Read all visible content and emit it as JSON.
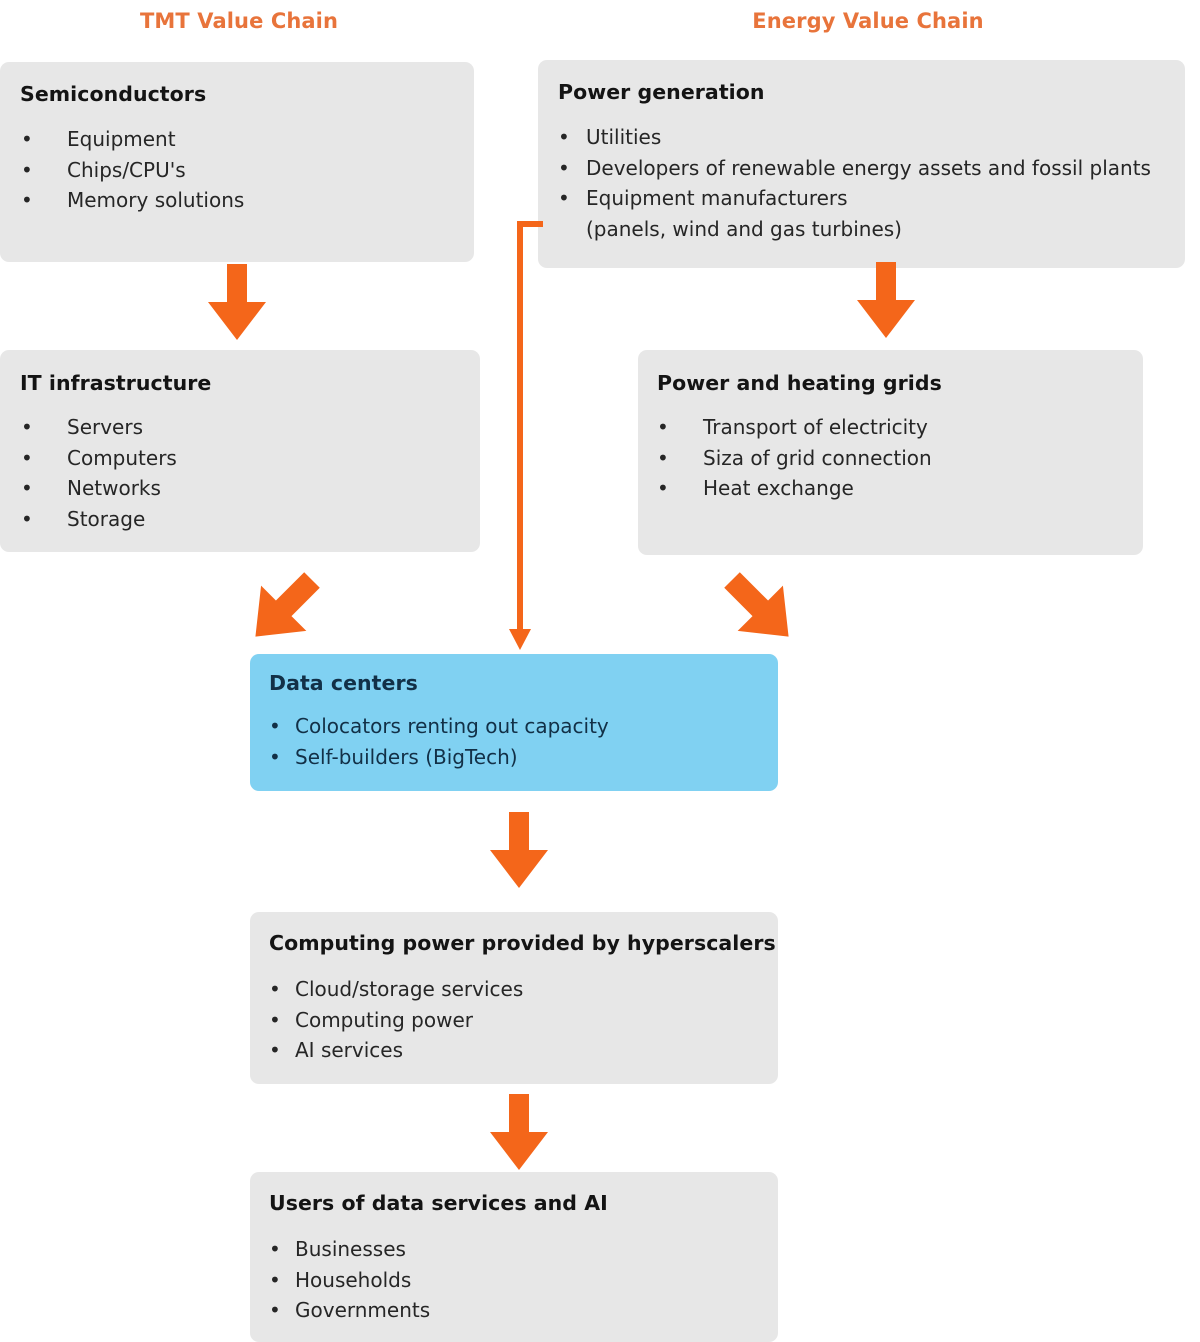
{
  "headers": {
    "tmt": "TMT Value Chain",
    "energy": "Energy Value Chain"
  },
  "colors": {
    "accent_orange": "#F4661A",
    "header_orange": "#E8743B",
    "box_gray": "#E7E7E7",
    "box_blue": "#80D1F2",
    "text_dark": "#262626",
    "background": "#FFFFFF"
  },
  "chart_data": {
    "type": "diagram",
    "title": "TMT and Energy value chains converging on data centers",
    "columns": [
      "TMT Value Chain",
      "Energy Value Chain"
    ],
    "nodes": [
      {
        "id": "semiconductors",
        "column": "TMT",
        "tier": 1,
        "title": "Semiconductors",
        "style": "gray",
        "items": [
          "Equipment",
          "Chips/CPU's",
          "Memory solutions"
        ]
      },
      {
        "id": "power-generation",
        "column": "Energy",
        "tier": 1,
        "title": "Power generation",
        "style": "gray",
        "items": [
          "Utilities",
          "Developers of  renewable energy assets and fossil plants",
          "Equipment manufacturers\n(panels, wind and gas turbines)"
        ]
      },
      {
        "id": "it-infrastructure",
        "column": "TMT",
        "tier": 2,
        "title": "IT infrastructure",
        "style": "gray",
        "items": [
          "Servers",
          "Computers",
          "Networks",
          "Storage"
        ]
      },
      {
        "id": "power-and-heating-grids",
        "column": "Energy",
        "tier": 2,
        "title": "Power and heating grids",
        "style": "gray",
        "items": [
          "Transport of electricity",
          "Siza of grid connection",
          "Heat exchange"
        ]
      },
      {
        "id": "data-centers",
        "column": "Both",
        "tier": 3,
        "title": "Data centers",
        "style": "blue",
        "items": [
          "Colocators renting out capacity",
          "Self-builders (BigTech)"
        ]
      },
      {
        "id": "hyperscalers",
        "column": "Both",
        "tier": 4,
        "title": "Computing power provided by hyperscalers",
        "style": "gray",
        "items": [
          "Cloud/storage services",
          "Computing power",
          "AI services"
        ]
      },
      {
        "id": "users",
        "column": "Both",
        "tier": 5,
        "title": "Users of data services and AI",
        "style": "gray",
        "items": [
          "Businesses",
          "Households",
          "Governments"
        ]
      }
    ],
    "edges": [
      {
        "from": "semiconductors",
        "to": "it-infrastructure",
        "shape": "arrow-down"
      },
      {
        "from": "power-generation",
        "to": "power-and-heating-grids",
        "shape": "arrow-down"
      },
      {
        "from": "it-infrastructure",
        "to": "data-centers",
        "shape": "arrow-diagonal-down-right"
      },
      {
        "from": "power-and-heating-grids",
        "to": "data-centers",
        "shape": "arrow-diagonal-down-left"
      },
      {
        "from": "power-generation",
        "to": "data-centers",
        "shape": "elbow-line-down"
      },
      {
        "from": "data-centers",
        "to": "hyperscalers",
        "shape": "arrow-down"
      },
      {
        "from": "hyperscalers",
        "to": "users",
        "shape": "arrow-down"
      }
    ]
  },
  "nodes": {
    "semiconductors": {
      "title": "Semiconductors",
      "items": [
        "Equipment",
        "Chips/CPU's",
        "Memory solutions"
      ]
    },
    "power_generation": {
      "title": "Power generation",
      "items": [
        "Utilities",
        "Developers of  renewable energy assets and fossil plants",
        "Equipment manufacturers\n(panels, wind and gas turbines)"
      ]
    },
    "it_infrastructure": {
      "title": "IT infrastructure",
      "items": [
        "Servers",
        "Computers",
        "Networks",
        "Storage"
      ]
    },
    "power_and_heating_grids": {
      "title": "Power and heating grids",
      "items": [
        "Transport of electricity",
        "Siza of grid connection",
        "Heat exchange"
      ]
    },
    "data_centers": {
      "title": "Data centers",
      "items": [
        "Colocators renting out capacity",
        "Self-builders (BigTech)"
      ]
    },
    "hyperscalers": {
      "title": "Computing power provided by hyperscalers",
      "items": [
        "Cloud/storage services",
        "Computing power",
        "AI services"
      ]
    },
    "users": {
      "title": "Users of data services and AI",
      "items": [
        "Businesses",
        "Households",
        "Governments"
      ]
    }
  },
  "icons": {
    "arrow_down": "arrow-down-icon",
    "arrow_down_right": "arrow-down-right-icon",
    "arrow_down_left": "arrow-down-left-icon",
    "elbow_connector": "elbow-connector-icon"
  }
}
